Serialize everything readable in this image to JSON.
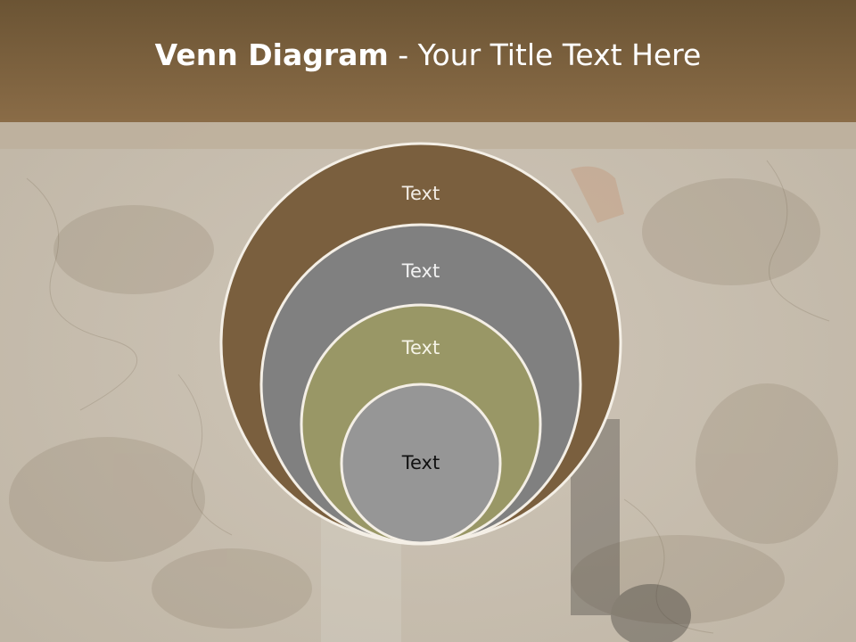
{
  "slide": {
    "title_bold": "Venn Diagram",
    "title_rest": " - Your Title Text Here",
    "header_color": "#7c6240",
    "background_color": "#cbc3b7"
  },
  "diagram": {
    "type": "nested-venn",
    "circles": [
      {
        "label": "Text",
        "fill": "#7a5f3e",
        "text_color": "#f2ede6"
      },
      {
        "label": "Text",
        "fill": "#808080",
        "text_color": "#f2f2f2"
      },
      {
        "label": "Text",
        "fill": "#999766",
        "text_color": "#f5f3e6"
      },
      {
        "label": "Text",
        "fill": "#969696",
        "text_color": "#111111"
      }
    ]
  }
}
